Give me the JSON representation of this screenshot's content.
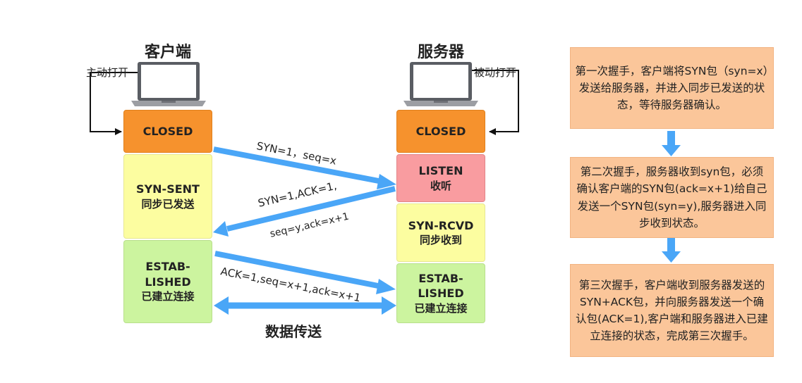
{
  "client": {
    "title": "客户端",
    "open_label": "主动打开",
    "states": [
      {
        "main": "CLOSED",
        "sub": ""
      },
      {
        "main": "SYN-SENT",
        "sub": "同步已发送"
      },
      {
        "main": "ESTAB-LISHED",
        "sub": "已建立连接"
      }
    ]
  },
  "server": {
    "title": "服务器",
    "open_label": "被动打开",
    "states": [
      {
        "main": "CLOSED",
        "sub": ""
      },
      {
        "main": "LISTEN",
        "sub": "收听"
      },
      {
        "main": "SYN-RCVD",
        "sub": "同步收到"
      },
      {
        "main": "ESTAB-LISHED",
        "sub": "已建立连接"
      }
    ]
  },
  "messages": {
    "syn": "SYN=1，seq=x",
    "synack_1": "SYN=1,ACK=1,",
    "synack_2": "seq=y,ack=x+1",
    "ack": "ACK=1,seq=x+1,ack=x+1",
    "data": "数据传送"
  },
  "notes": [
    "第一次握手，客户端将SYN包（syn=x）发送给服务器，并进入同步已发送的状态，等待服务器确认。",
    "第二次握手，服务器收到syn包，必须确认客户端的SYN包(ack=x+1)给自己发送一个SYN包(syn=y),服务器进入同步收到状态。",
    "第三次握手，客户端收到服务器发送的SYN+ACK包，并向服务器发送一个确认包(ACK=1),客户端和服务器进入已建立连接的状态，完成第三次握手。"
  ],
  "colors": {
    "closed": "#f6922d",
    "syn_sent": "#fcfda0",
    "established": "#ccf49f",
    "listen": "#f99ca0",
    "note_bg": "#fbc69a",
    "arrow_blue": "#4aa6f7"
  },
  "icons": [
    "laptop-icon",
    "down-arrow-icon"
  ]
}
